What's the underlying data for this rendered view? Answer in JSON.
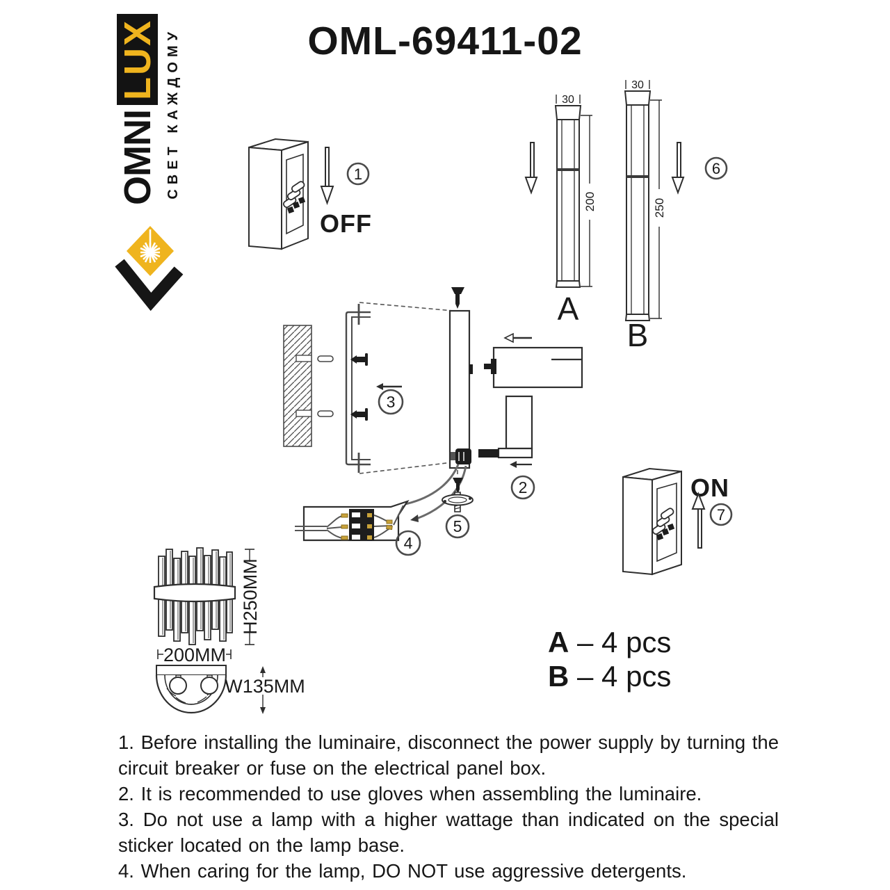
{
  "title": "OML-69411-02",
  "logo": {
    "omni": "OMNI",
    "lux": "LUX",
    "tagline": "СВЕТ КАЖДОМУ"
  },
  "power": {
    "off": "OFF",
    "on": "ON"
  },
  "steps": {
    "s1": "1",
    "s2": "2",
    "s3": "3",
    "s4": "4",
    "s5": "5",
    "s6": "6",
    "s7": "7"
  },
  "parts": {
    "a": {
      "label": "A",
      "top_width": "30",
      "length": "200"
    },
    "b": {
      "label": "B",
      "top_width": "30",
      "length": "250"
    }
  },
  "dims": {
    "height": "H250MM",
    "width": "200MM",
    "depth": "W135MM"
  },
  "quantities": [
    {
      "part": "A",
      "count": " – 4 pcs"
    },
    {
      "part": "B",
      "count": " – 4 pcs"
    }
  ],
  "instructions": [
    "1. Before installing the luminaire, disconnect the power supply by turning the circuit breaker or fuse on the electrical panel box.",
    "2. It is recommended to use gloves when assembling the luminaire.",
    "3. Do not use a lamp with a higher wattage than indicated on the special sticker located on the lamp base.",
    "4. When caring for the lamp, DO NOT use aggressive detergents."
  ],
  "colors": {
    "brand_yellow": "#EFB41E",
    "ink": "#1a1a1a",
    "wire_gold": "#C8A23A"
  }
}
